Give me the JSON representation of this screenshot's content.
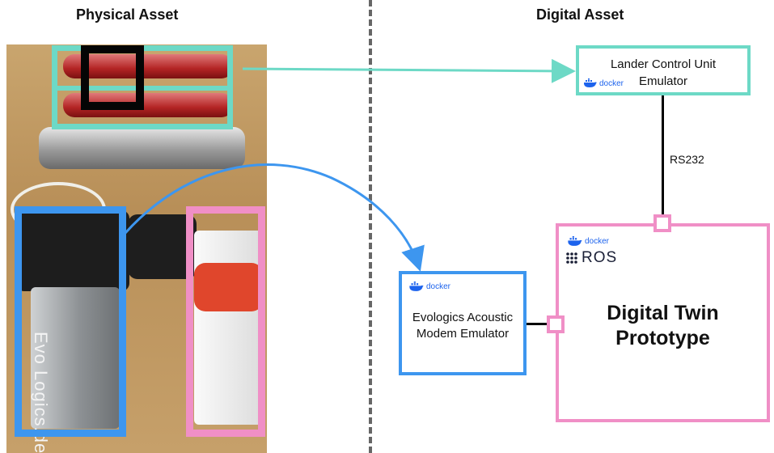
{
  "headings": {
    "physical": "Physical Asset",
    "digital": "Digital Asset"
  },
  "photo": {
    "hardware_label": "Evo Logics.de"
  },
  "nodes": {
    "lander": {
      "line1": "Lander Control Unit",
      "line2": "Emulator",
      "badge": "docker"
    },
    "modem": {
      "line1": "Evologics Acoustic",
      "line2": "Modem Emulator",
      "badge": "docker"
    },
    "twin": {
      "line1": "Digital Twin",
      "line2": "Prototype",
      "badge": "docker",
      "ros_label": "ROS"
    }
  },
  "edges": {
    "lander_twin_label": "RS232"
  },
  "colors": {
    "teal": "#6dd9c6",
    "blue": "#3d96ef",
    "pink": "#f08fc6",
    "docker": "#1d63ed",
    "divider": "#666666"
  },
  "icons": [
    "docker-whale-icon",
    "ros-dots-icon"
  ]
}
